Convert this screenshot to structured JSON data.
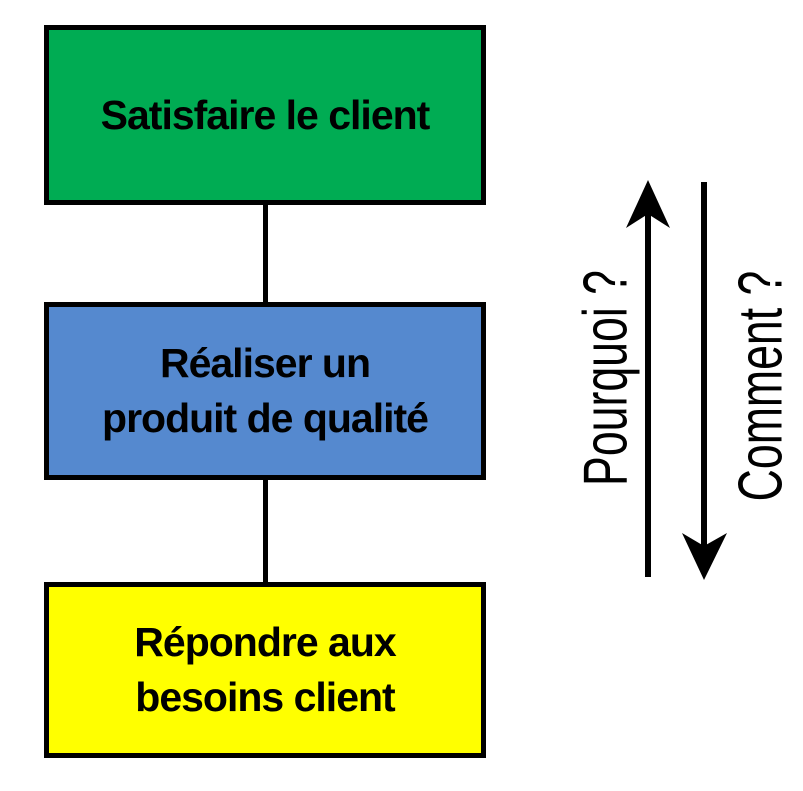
{
  "colors": {
    "background": "#FFFFFF",
    "ink": "#000000",
    "box-green": "#00AC53",
    "box-blue": "#5589CF",
    "box-yellow": "#FFFF00"
  },
  "diagram": {
    "boxes": [
      {
        "name": "satisfaire-le-client",
        "label": "Satisfaire le client",
        "lines": [
          "Satisfaire le client"
        ],
        "color": "#00AC53"
      },
      {
        "name": "realiser-un-produit-de-qualite",
        "label": "Réaliser un produit de qualité",
        "lines": [
          "Réaliser un",
          "produit de qualité"
        ],
        "color": "#5589CF"
      },
      {
        "name": "repondre-aux-besoins-client",
        "label": "Répondre aux besoins client",
        "lines": [
          "Répondre aux",
          "besoins client"
        ],
        "color": "#FFFF00"
      }
    ],
    "arrows": [
      {
        "name": "pourquoi",
        "label": "Pourquoi ?",
        "direction": "up"
      },
      {
        "name": "comment",
        "label": "Comment ?",
        "direction": "down"
      }
    ]
  }
}
